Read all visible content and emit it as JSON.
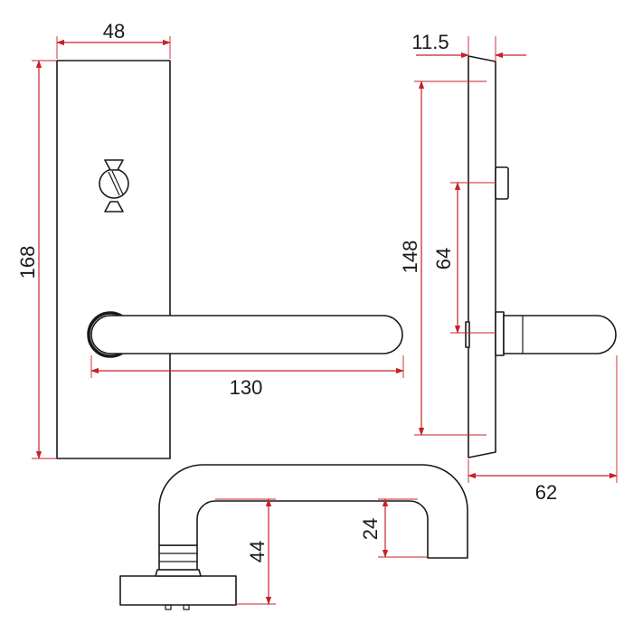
{
  "colors": {
    "dimension": "#c8202a",
    "outline": "#1a1a1a",
    "background": "#ffffff"
  },
  "dimensions": {
    "plate_width": "48",
    "plate_height": "168",
    "lever_length": "130",
    "plate_thickness": "11.5",
    "fixing_centres": "148",
    "lever_to_turn": "64",
    "projection": "62",
    "lever_height": "44",
    "lever_return": "24"
  }
}
